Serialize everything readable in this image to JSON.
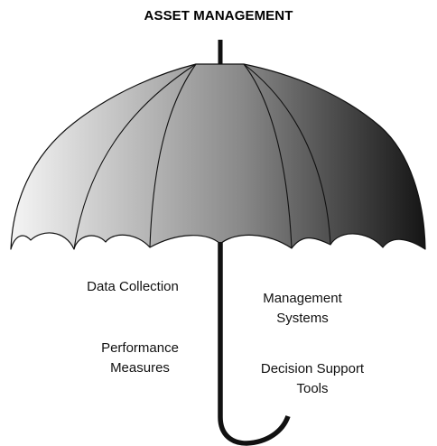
{
  "title": "ASSET MANAGEMENT",
  "labels": {
    "data_collection": "Data Collection",
    "management_systems": [
      "Management",
      "Systems"
    ],
    "performance_measures": [
      "Performance",
      "Measures"
    ],
    "decision_support_tools": [
      "Decision Support",
      "Tools"
    ]
  },
  "colors": {
    "canopy_light": "#f4f4f4",
    "canopy_mid": "#8a8a8a",
    "canopy_dark": "#151515",
    "stroke": "#111111",
    "text": "#111111"
  }
}
